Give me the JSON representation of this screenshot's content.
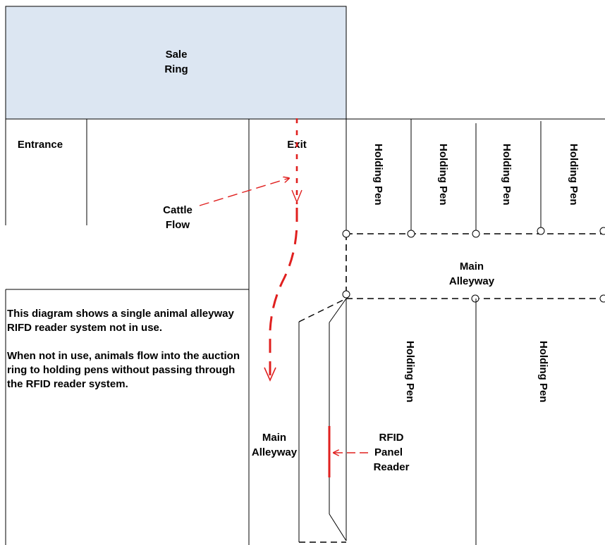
{
  "colors": {
    "ring_fill": "#dce6f2",
    "line": "#000000",
    "flow": "#e0201f"
  },
  "labels": {
    "sale_ring_line1": "Sale",
    "sale_ring_line2": "Ring",
    "entrance": "Entrance",
    "exit": "Exit",
    "cattle_flow_line1": "Cattle",
    "cattle_flow_line2": "Flow",
    "holding_pen": "Holding Pen",
    "main_alleyway_line1": "Main",
    "main_alleyway_line2": "Alleyway",
    "rfid_line1": "RFID",
    "rfid_line2": "Panel",
    "rfid_line3": "Reader"
  },
  "description": {
    "paragraph1": "This diagram shows a single animal alleyway RIFD reader system not in use.",
    "paragraph2": "When not in use, animals flow into the auction ring to holding pens without passing through the RFID reader system."
  }
}
